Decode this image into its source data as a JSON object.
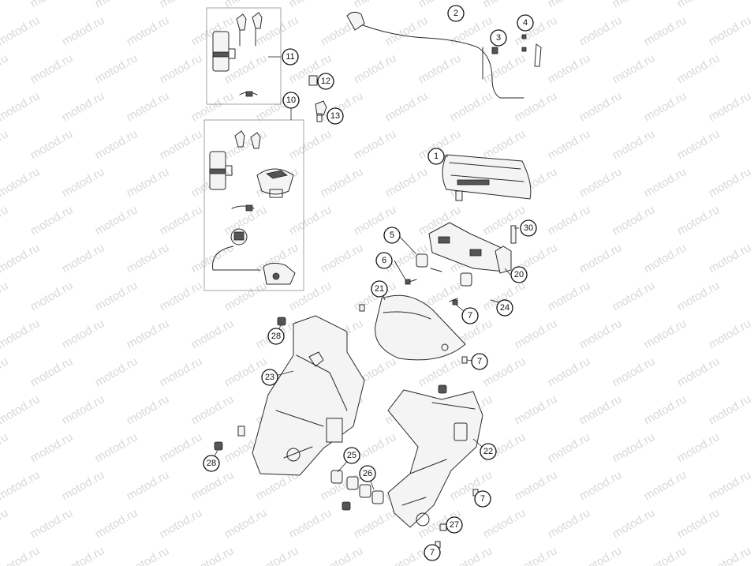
{
  "watermark": "motod.ru",
  "callouts": [
    {
      "id": "c1",
      "label": "1"
    },
    {
      "id": "c2",
      "label": "2"
    },
    {
      "id": "c3",
      "label": "3"
    },
    {
      "id": "c4",
      "label": "4"
    },
    {
      "id": "c5",
      "label": "5"
    },
    {
      "id": "c6",
      "label": "6"
    },
    {
      "id": "c7a",
      "label": "7"
    },
    {
      "id": "c7b",
      "label": "7"
    },
    {
      "id": "c7c",
      "label": "7"
    },
    {
      "id": "c7d",
      "label": "7"
    },
    {
      "id": "c10",
      "label": "10"
    },
    {
      "id": "c11",
      "label": "11"
    },
    {
      "id": "c12",
      "label": "12"
    },
    {
      "id": "c13",
      "label": "13"
    },
    {
      "id": "c20",
      "label": "20"
    },
    {
      "id": "c21",
      "label": "21"
    },
    {
      "id": "c22",
      "label": "22"
    },
    {
      "id": "c23",
      "label": "23"
    },
    {
      "id": "c24",
      "label": "24"
    },
    {
      "id": "c25",
      "label": "25"
    },
    {
      "id": "c26",
      "label": "26"
    },
    {
      "id": "c27",
      "label": "27"
    },
    {
      "id": "c28a",
      "label": "28"
    },
    {
      "id": "c28b",
      "label": "28"
    },
    {
      "id": "c30",
      "label": "30"
    }
  ]
}
